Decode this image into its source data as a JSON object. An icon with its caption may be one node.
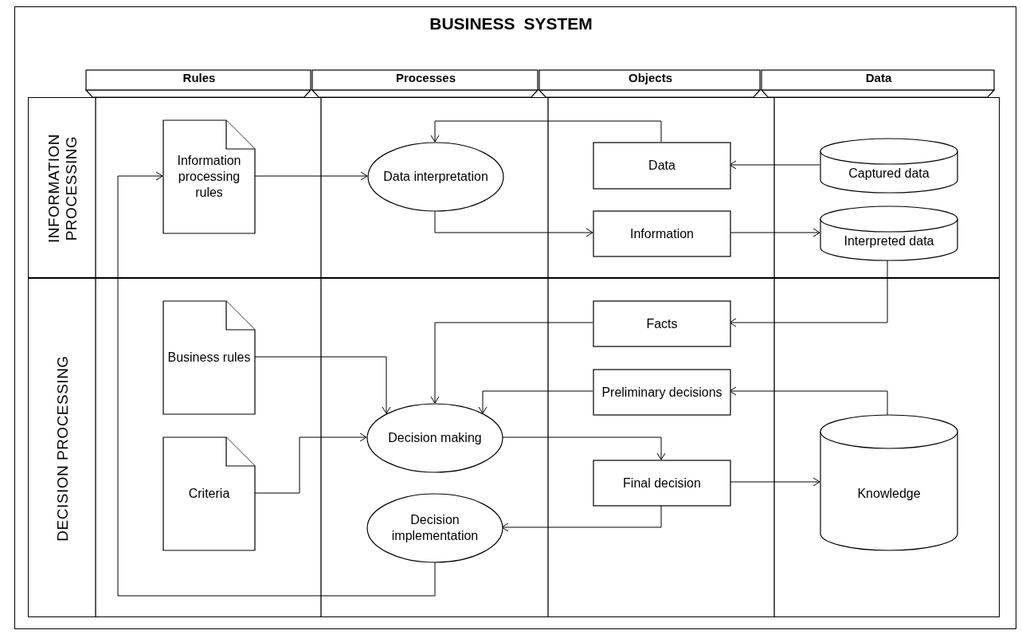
{
  "diagram": {
    "title": "BUSINESS SYSTEM",
    "nodes": [
      {
        "text": [
          "Rules"
        ]
      },
      {
        "text": [
          "Processes"
        ]
      },
      {
        "text": [
          "Objects"
        ]
      },
      {
        "text": [
          "Data"
        ]
      },
      {
        "text": [
          "INFORMATION PROCESSING"
        ]
      },
      {
        "text": [
          "Information processing rules"
        ],
        "in": 4
      },
      {
        "text": [
          "Data interpretation"
        ],
        "in": 4
      },
      {
        "text": [
          "Data"
        ],
        "in": 4
      },
      {
        "text": [
          "Captured data"
        ],
        "in": 4
      },
      {
        "text": [
          "Information"
        ],
        "in": 4
      },
      {
        "text": [
          "Interpreted data"
        ],
        "in": 4
      },
      {
        "text": [
          "DECISION PROCESSING"
        ]
      },
      {
        "text": [
          "Business rules"
        ],
        "in": 11
      },
      {
        "text": [
          "Facts"
        ],
        "in": 11
      },
      {
        "text": [
          "Preliminary decisions"
        ],
        "in": 11
      },
      {
        "text": [
          "Criteria"
        ],
        "in": 11
      },
      {
        "text": [
          "Decision making"
        ],
        "in": 11
      },
      {
        "text": [
          "Final decision"
        ],
        "in": 11
      },
      {
        "text": [
          "Decision implementation"
        ],
        "in": 11
      },
      {
        "text": [
          "Knowledge"
        ],
        "in": 11
      }
    ],
    "edges": [
      {
        "from": 5,
        "to": 6,
        "arrow": "to"
      },
      {
        "from": 7,
        "to": 6,
        "arrow": "to"
      },
      {
        "from": 8,
        "to": 7,
        "arrow": "to"
      },
      {
        "from": 6,
        "to": 9,
        "arrow": "to"
      },
      {
        "from": 9,
        "to": 10,
        "arrow": "to"
      },
      {
        "from": 10,
        "to": 13,
        "arrow": "to"
      },
      {
        "from": 13,
        "to": 16,
        "arrow": "to"
      },
      {
        "from": 12,
        "to": 16,
        "arrow": "to"
      },
      {
        "from": 14,
        "to": 16,
        "arrow": "to"
      },
      {
        "from": 19,
        "to": 14,
        "arrow": "to"
      },
      {
        "from": 15,
        "to": 16,
        "arrow": "to"
      },
      {
        "from": 16,
        "to": 17,
        "arrow": "to"
      },
      {
        "from": 17,
        "to": 19,
        "arrow": "to"
      },
      {
        "from": 17,
        "to": 18,
        "arrow": "to"
      },
      {
        "from": 18,
        "to": 5,
        "arrow": "to"
      }
    ]
  }
}
